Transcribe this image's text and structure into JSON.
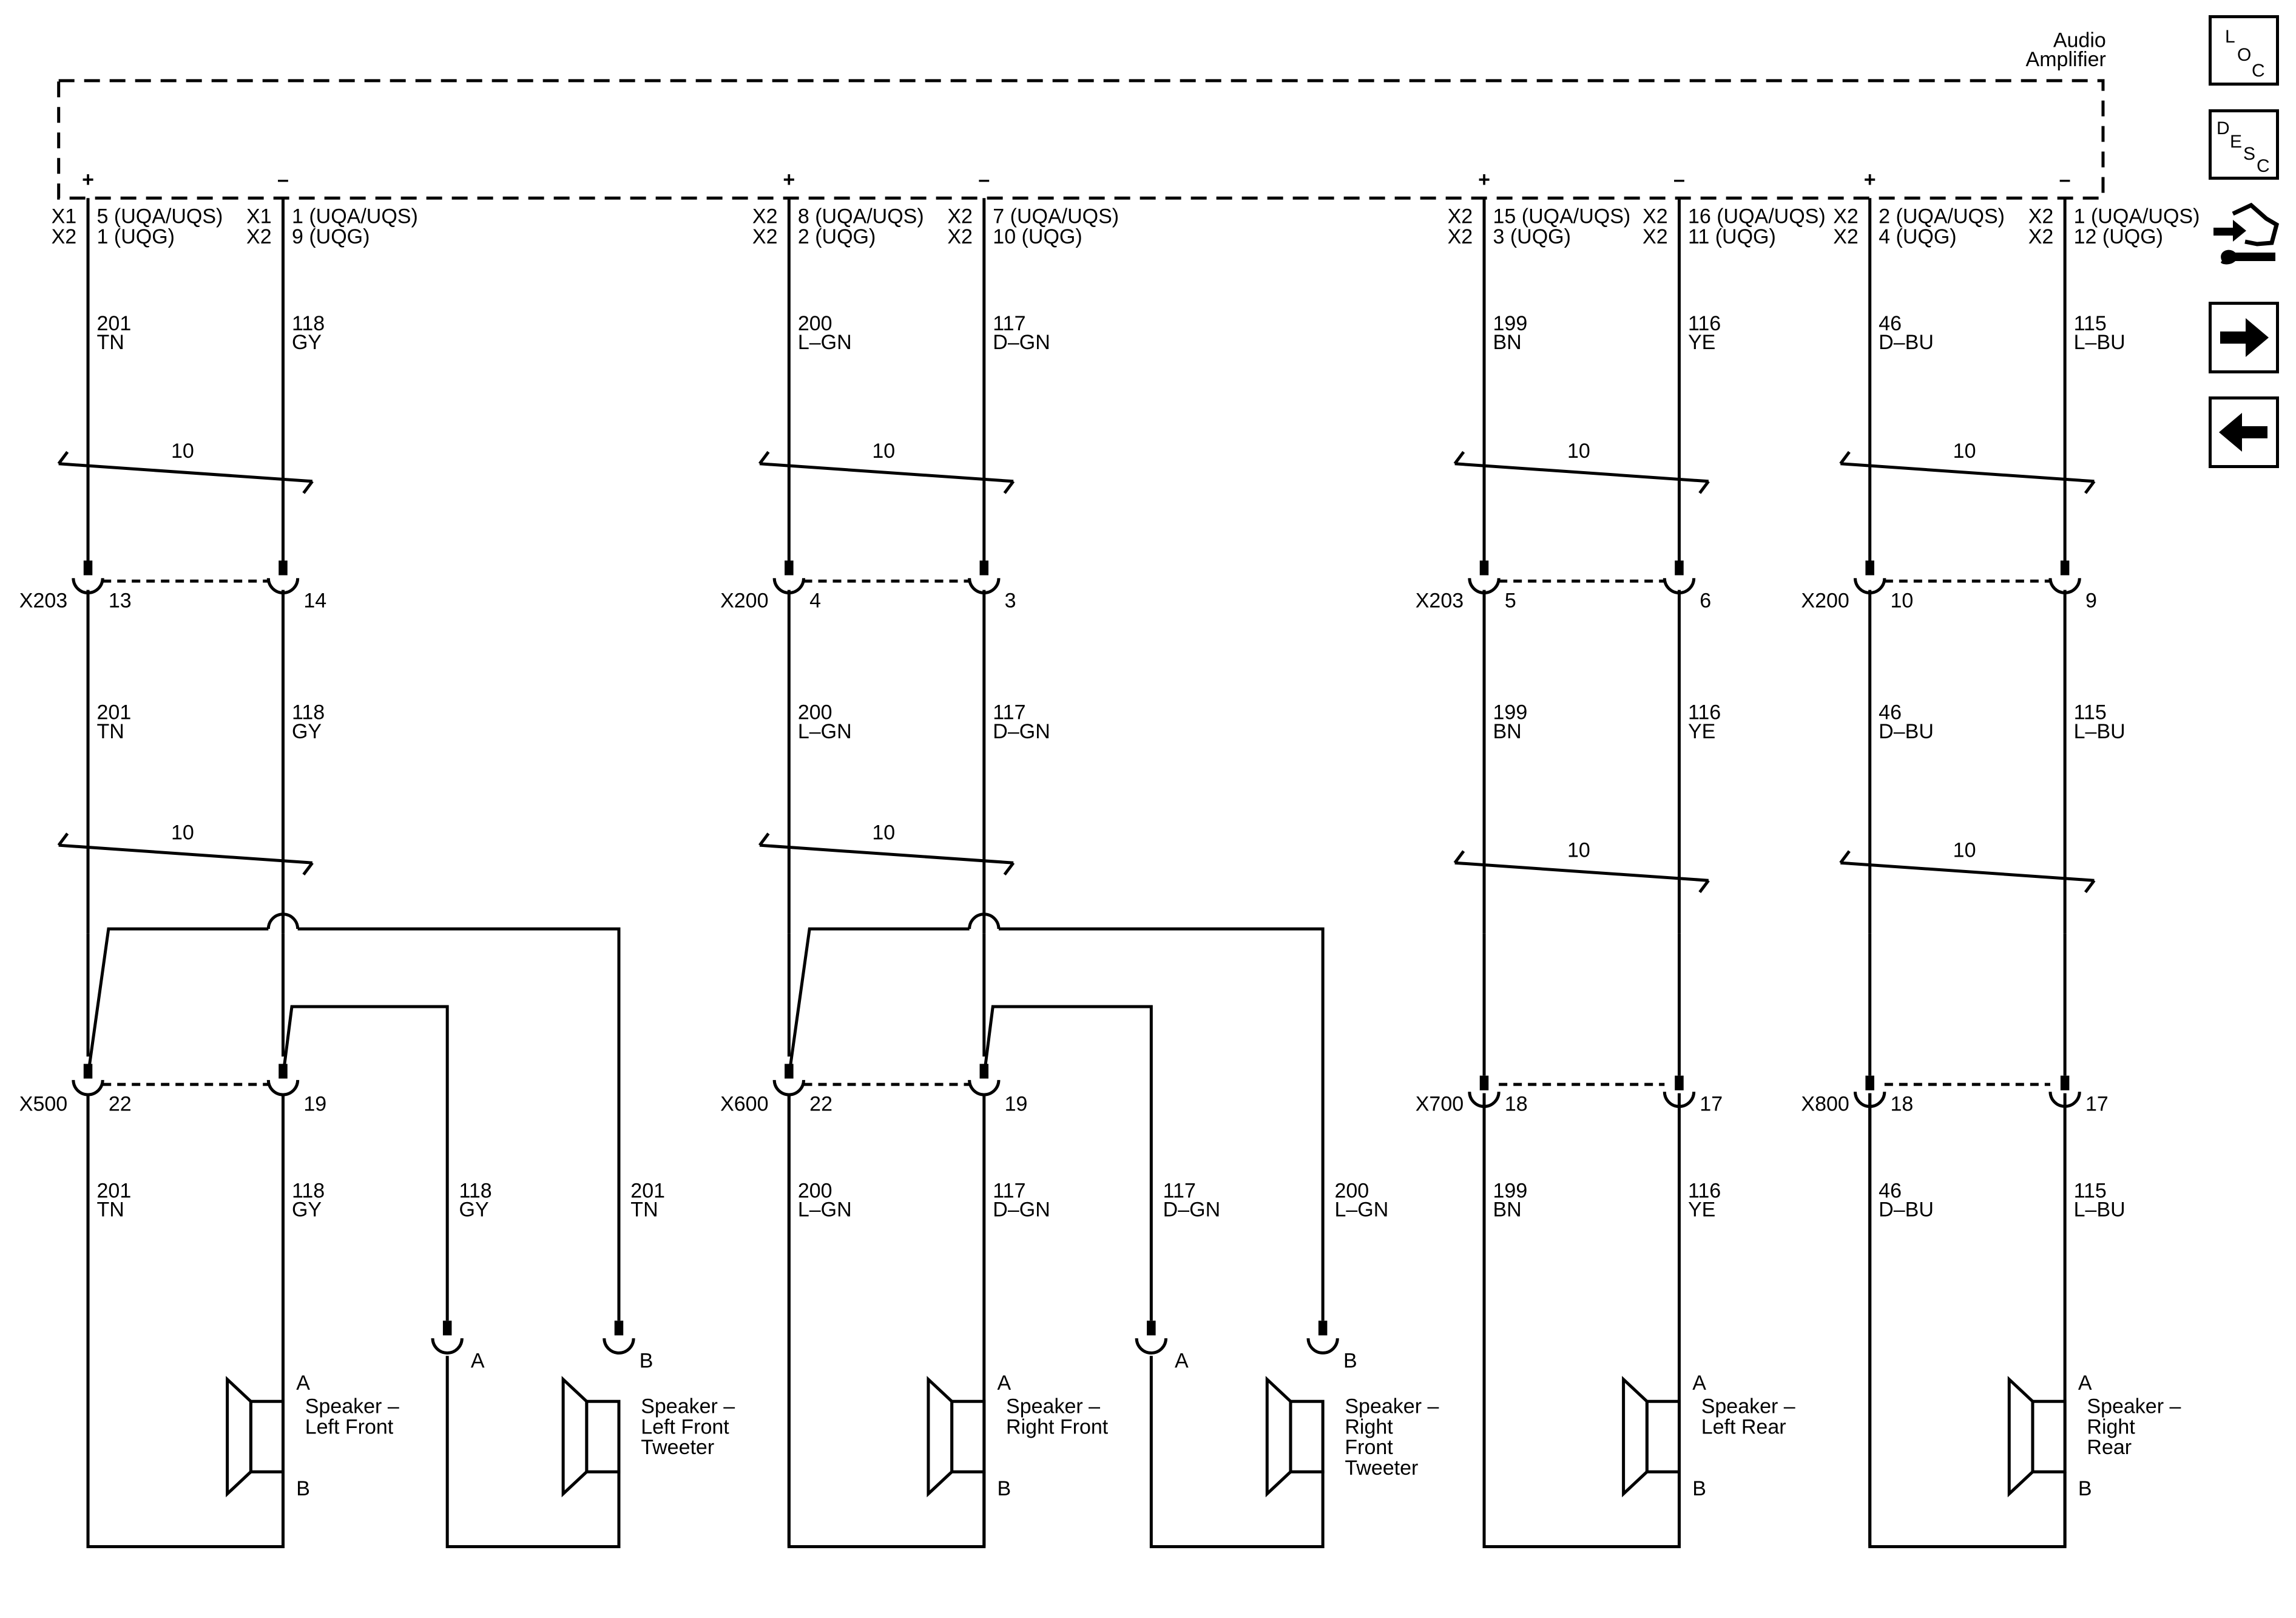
{
  "module": {
    "name_line1": "Audio",
    "name_line2": "Amplifier"
  },
  "nav": {
    "loc_letters": [
      "L",
      "O",
      "C"
    ],
    "desc_letters": [
      "D",
      "E",
      "S",
      "C"
    ],
    "icons": [
      "loc-icon",
      "desc-icon",
      "connector-diagnostics-icon",
      "next-page-arrow-icon",
      "previous-page-arrow-icon"
    ]
  },
  "bundle_label": "10",
  "circuits": [
    {
      "pol": "+",
      "cav1": "X1",
      "pin1": "5 (UQA/UQS)",
      "cav2": "X2",
      "pin2": "1 (UQG)",
      "circuit": "201",
      "color": "TN",
      "inline_conn": "X203",
      "inline_pin": "13",
      "conn2": "X500",
      "conn2_pin": "22"
    },
    {
      "pol": "–",
      "cav1": "X1",
      "pin1": "1 (UQA/UQS)",
      "cav2": "X2",
      "pin2": "9 (UQG)",
      "circuit": "118",
      "color": "GY",
      "inline_conn": "",
      "inline_pin": "14",
      "conn2": "",
      "conn2_pin": "19"
    },
    {
      "pol": "+",
      "cav1": "X2",
      "pin1": "8 (UQA/UQS)",
      "cav2": "X2",
      "pin2": "2 (UQG)",
      "circuit": "200",
      "color": "L–GN",
      "inline_conn": "X200",
      "inline_pin": "4",
      "conn2": "X600",
      "conn2_pin": "22"
    },
    {
      "pol": "–",
      "cav1": "X2",
      "pin1": "7 (UQA/UQS)",
      "cav2": "X2",
      "pin2": "10 (UQG)",
      "circuit": "117",
      "color": "D–GN",
      "inline_conn": "",
      "inline_pin": "3",
      "conn2": "",
      "conn2_pin": "19"
    },
    {
      "pol": "+",
      "cav1": "X2",
      "pin1": "15 (UQA/UQS)",
      "cav2": "X2",
      "pin2": "3 (UQG)",
      "circuit": "199",
      "color": "BN",
      "inline_conn": "X203",
      "inline_pin": "5",
      "conn2": "X700",
      "conn2_pin": "18"
    },
    {
      "pol": "–",
      "cav1": "X2",
      "pin1": "16 (UQA/UQS)",
      "cav2": "X2",
      "pin2": "11 (UQG)",
      "circuit": "116",
      "color": "YE",
      "inline_conn": "",
      "inline_pin": "6",
      "conn2": "",
      "conn2_pin": "17"
    },
    {
      "pol": "+",
      "cav1": "X2",
      "pin1": "2 (UQA/UQS)",
      "cav2": "X2",
      "pin2": "4 (UQG)",
      "circuit": "46",
      "color": "D–BU",
      "inline_conn": "X200",
      "inline_pin": "10",
      "conn2": "X800",
      "conn2_pin": "18"
    },
    {
      "pol": "–",
      "cav1": "X2",
      "pin1": "1 (UQA/UQS)",
      "cav2": "X2",
      "pin2": "12 (UQG)",
      "circuit": "115",
      "color": "L–BU",
      "inline_conn": "",
      "inline_pin": "9",
      "conn2": "",
      "conn2_pin": "17"
    }
  ],
  "tweeter_wires": [
    {
      "circuit": "118",
      "color": "GY"
    },
    {
      "circuit": "201",
      "color": "TN"
    },
    {
      "circuit": "117",
      "color": "D–GN"
    },
    {
      "circuit": "200",
      "color": "L–GN"
    }
  ],
  "tweeter_pins": [
    "A",
    "B",
    "A",
    "B"
  ],
  "speakers": [
    {
      "lines": [
        "Speaker –",
        "Left Front"
      ],
      "pin_a": "A",
      "pin_b": "B"
    },
    {
      "lines": [
        "Speaker –",
        "Left Front",
        "Tweeter"
      ],
      "pin_a": "",
      "pin_b": ""
    },
    {
      "lines": [
        "Speaker –",
        "Right Front"
      ],
      "pin_a": "A",
      "pin_b": "B"
    },
    {
      "lines": [
        "Speaker –",
        "Right",
        "Front",
        "Tweeter"
      ],
      "pin_a": "",
      "pin_b": ""
    },
    {
      "lines": [
        "Speaker –",
        "Left Rear"
      ],
      "pin_a": "A",
      "pin_b": "B"
    },
    {
      "lines": [
        "Speaker –",
        "Right",
        "Rear"
      ],
      "pin_a": "A",
      "pin_b": "B"
    }
  ]
}
